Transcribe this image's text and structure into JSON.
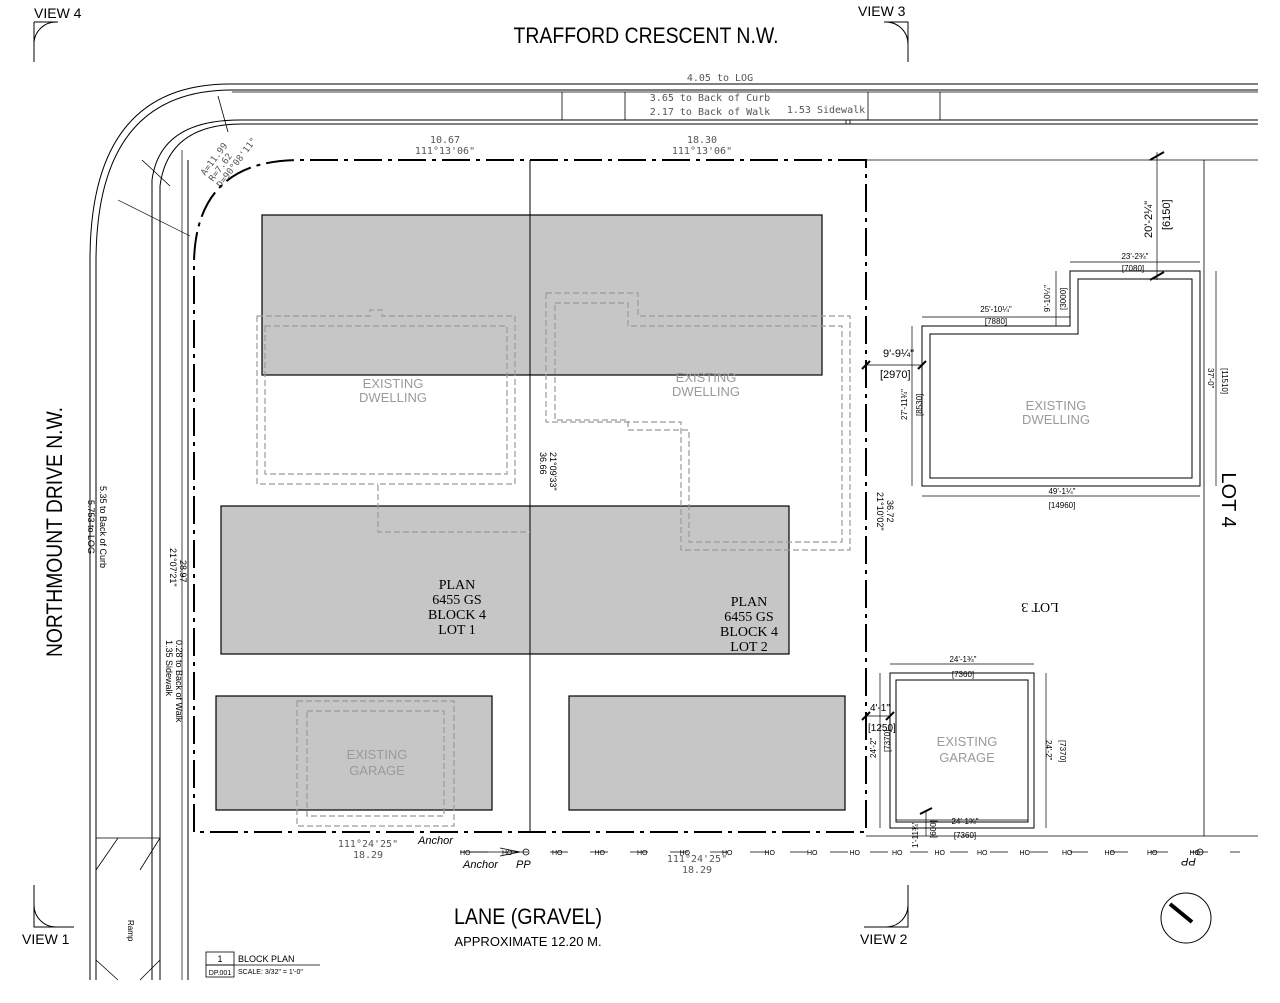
{
  "views": {
    "view1": "VIEW 1",
    "view2": "VIEW 2",
    "view3": "VIEW 3",
    "view4": "VIEW 4"
  },
  "streets": {
    "north": "TRAFFORD CRESCENT N.W.",
    "west": "NORTHMOUNT DRIVE N.W.",
    "south": "LANE (GRAVEL)",
    "south_sub": "APPROXIMATE 12.20 M."
  },
  "north_dims": {
    "log": "4.05 to LOG",
    "curb": "3.65 to Back of Curb",
    "walk": "2.17 to Back of Walk",
    "sidewalk": "1.53 Sidewalk"
  },
  "west_dims": {
    "curb": "5.35 to Back of Curb",
    "log": "5.753 to LOG",
    "walk": "0.28 to Back of Walk",
    "sidewalk": "1.35 Sidewalk",
    "ramp": "Ramp"
  },
  "curve": {
    "a": "A=11.99",
    "r": "R=7.62",
    "d": "D=90°08'11\""
  },
  "bearings": {
    "top_left_len": "10.67",
    "top_left_brg": "111°13'06\"",
    "top_right_len": "18.30",
    "top_right_brg": "111°13'06\"",
    "mid_len": "36.66",
    "mid_brg": "21°09'33\"",
    "east_len": "36.72",
    "east_brg": "21°10'02\"",
    "west_len": "28.97",
    "west_brg": "21°07'21\"",
    "bottom_left_brg": "111°24'25\"",
    "bottom_left_len": "18.29",
    "bottom_right_brg": "111°24'25\"",
    "bottom_right_len": "18.29"
  },
  "lots": {
    "lot1": [
      "PLAN",
      "6455 GS",
      "BLOCK 4",
      "LOT 1"
    ],
    "lot2": [
      "PLAN",
      "6455 GS",
      "BLOCK 4",
      "LOT 2"
    ],
    "lot3": "LOT 3",
    "lot4": "LOT 4"
  },
  "existing": {
    "dwelling": [
      "EXISTING",
      "DWELLING"
    ],
    "garage": [
      "EXISTING",
      "GARAGE"
    ]
  },
  "neighbor": {
    "setback_front_imp": "20'-2¼\"",
    "setback_front_met": "[6150]",
    "w1_imp": "23'-2¾\"",
    "w1_met": "[7080]",
    "w2_imp": "25'-10¼\"",
    "w2_met": "[7880]",
    "jog_imp": "9'-10¼\"",
    "jog_met": "[3000]",
    "side_imp": "9'-9¼\"",
    "side_met": "[2970]",
    "h1_imp": "27'-11¾\"",
    "h1_met": "[8530]",
    "h2_imp": "37'-0\"",
    "h2_met": "[11510]",
    "bottom_imp": "49'-1¼\"",
    "bottom_met": "[14960]",
    "g_top_imp": "24'-1¾\"",
    "g_top_met": "[7360]",
    "g_side_imp": "4'-1\"",
    "g_side_met": "[1250]",
    "g_h_imp": "24'-2\"",
    "g_h_met": "[7370]",
    "g_h2_imp": "24'-2\"",
    "g_h2_met": "[7370]",
    "g_bot_imp": "24'-1¾\"",
    "g_bot_met": "[7360]",
    "g_small_imp": "1'-11¾\"",
    "g_small_met": "[600]"
  },
  "utilities": {
    "anchor_a": "Anchor",
    "anchor_b": "Anchor",
    "pp_left": "PP",
    "pp_right": "PP",
    "overhead": "HO"
  },
  "title_block": {
    "number": "1",
    "title": "BLOCK PLAN",
    "sheet": "DP.001",
    "scale": "SCALE: 3/32\" = 1'-0\""
  },
  "colors": {
    "building_fill": "#c6c6c6",
    "existing_line": "#9a9a9a",
    "line": "#000000"
  }
}
